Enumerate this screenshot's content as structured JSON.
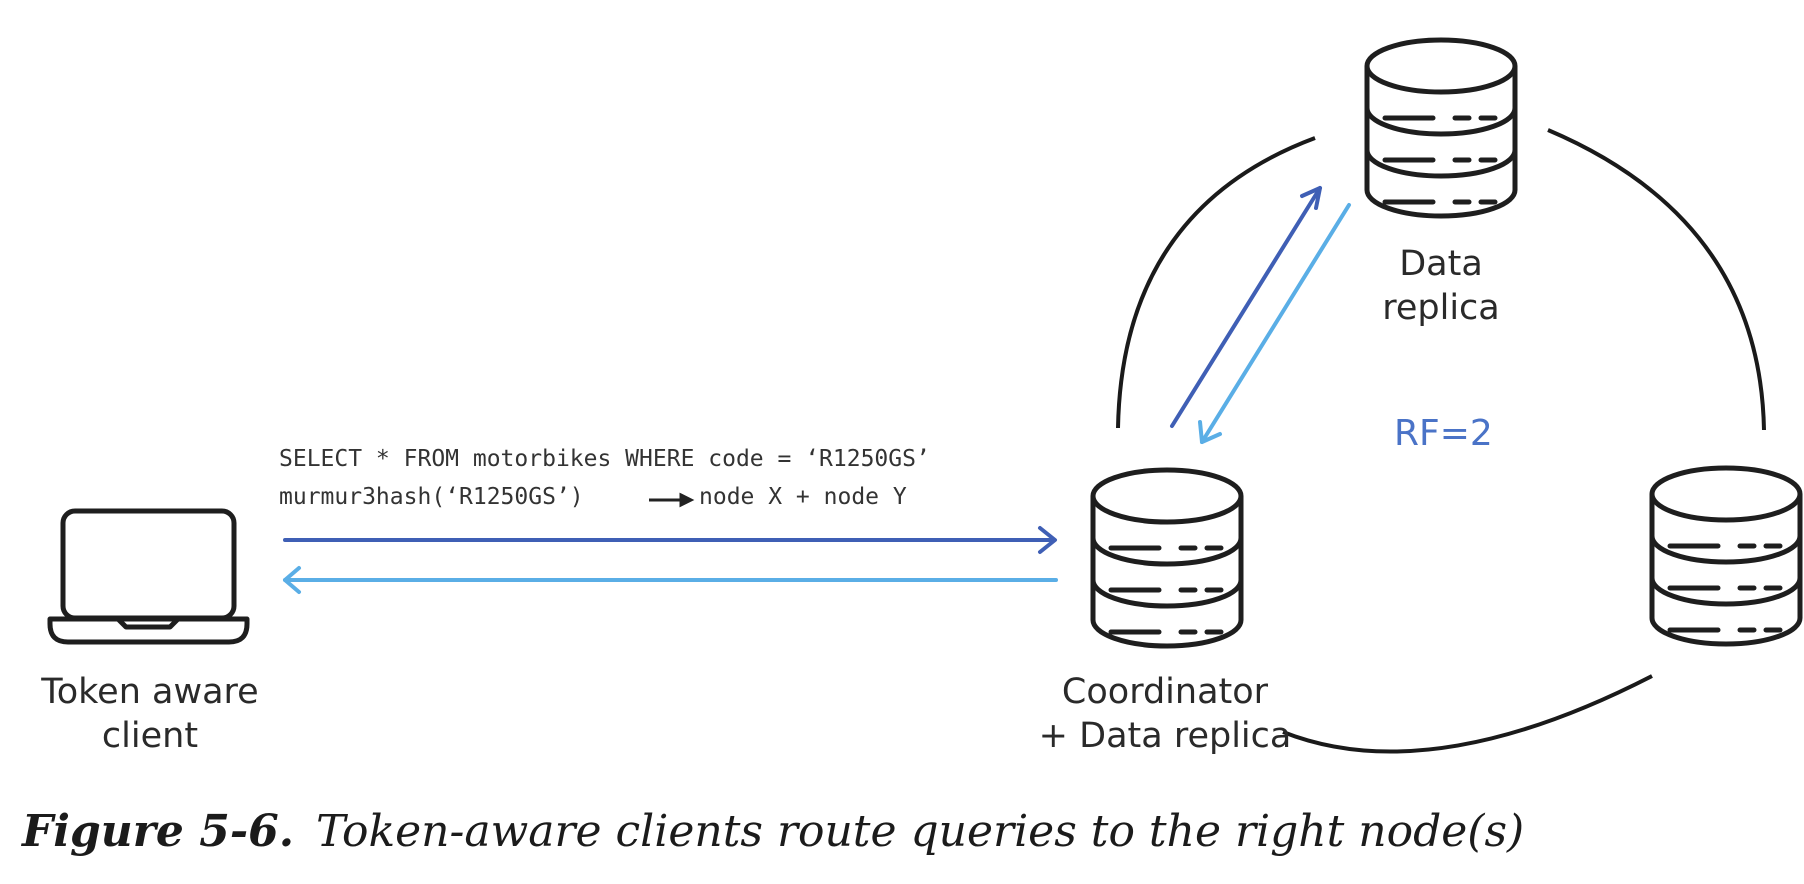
{
  "nodes": {
    "client_label_line1": "Token aware",
    "client_label_line2": "client",
    "coordinator_label_line1": "Coordinator",
    "coordinator_label_line2": "+ Data replica",
    "replica_label_line1": "Data",
    "replica_label_line2": "replica"
  },
  "query": {
    "line1": "SELECT * FROM motorbikes WHERE code = ‘R1250GS’",
    "line2_left": "murmur3hash(‘R1250GS’)",
    "line2_right": "node X + node Y"
  },
  "replication_factor": "RF=2",
  "caption": {
    "figure_number": "Figure 5-6.",
    "text": "Token-aware clients route queries to the right node(s)"
  },
  "colors": {
    "request_arrow": "#3f5fb5",
    "response_arrow": "#5aaee6",
    "rf_text": "#4a73c7",
    "ring": "#1a1a1a"
  }
}
